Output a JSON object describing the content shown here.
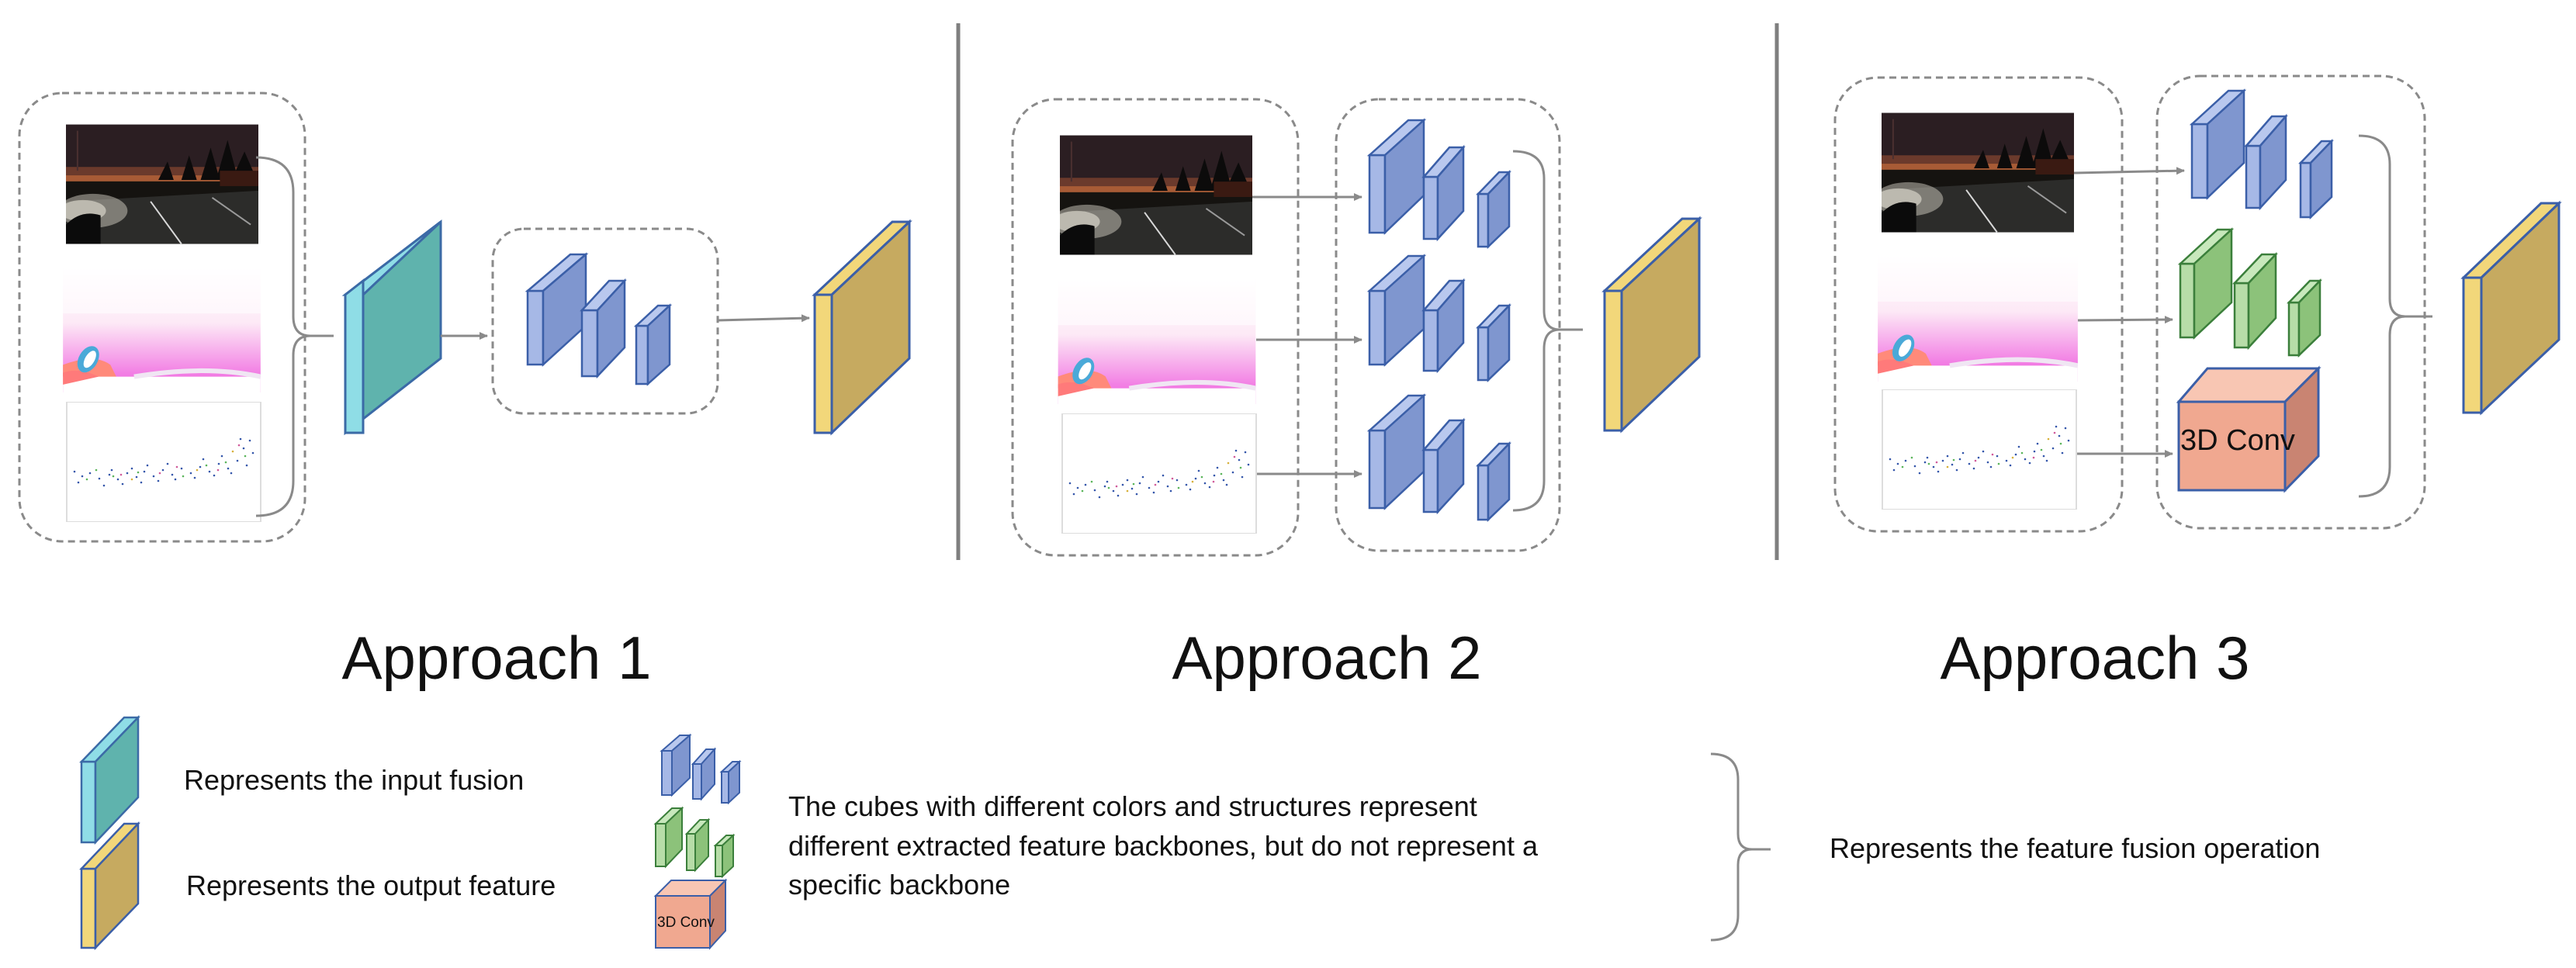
{
  "approaches": [
    {
      "title": "Approach 1"
    },
    {
      "title": "Approach 2"
    },
    {
      "title": "Approach 3"
    }
  ],
  "conv_label": "3D Conv",
  "legend": {
    "input_fusion": "Represents the input fusion",
    "output_feature": "Represents the output feature",
    "backbones_line1": "The cubes with different colors and structures represent",
    "backbones_line2": "different extracted feature backbones, but do not represent a",
    "backbones_line3": "specific backbone",
    "conv_label": "3D Conv",
    "feature_fusion": "Represents the feature fusion operation"
  },
  "colors": {
    "input_fusion_block": "#5fb3ad",
    "output_feature_block": "#c6aa60",
    "backbone_blue": "#7f96cf",
    "backbone_green": "#8cc27a",
    "conv_cube": "#f0a890",
    "dashed_box": "#8a8a8a",
    "divider": "#7f7f7f"
  }
}
